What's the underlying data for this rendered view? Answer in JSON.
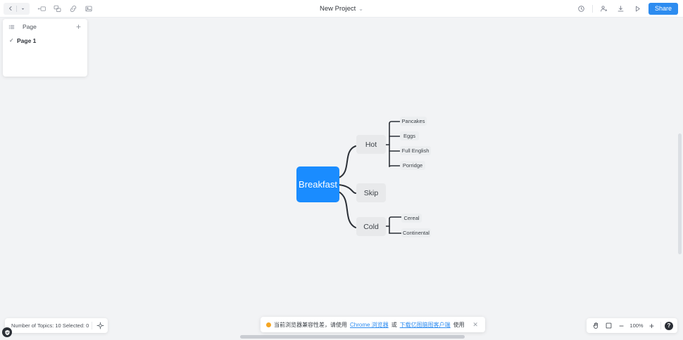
{
  "header": {
    "back_icon": "chevron-left-icon",
    "dropdown_icon": "chevron-down-icon",
    "tools": [
      {
        "name": "topic-icon",
        "title": "Topic"
      },
      {
        "name": "subtopic-icon",
        "title": "Subtopic"
      },
      {
        "name": "link-icon",
        "title": "Link"
      },
      {
        "name": "image-icon",
        "title": "Image"
      }
    ],
    "title": "New Project",
    "title_chevron": "⌄",
    "actions": [
      {
        "name": "history-icon",
        "title": "History"
      },
      {
        "name": "add-person-icon",
        "title": "Invite"
      },
      {
        "name": "download-icon",
        "title": "Download"
      },
      {
        "name": "present-icon",
        "title": "Present"
      }
    ],
    "share_label": "Share",
    "share_color": "#2d8cf0"
  },
  "page_panel": {
    "list_icon": "page-list-icon",
    "title": "Page",
    "add_label": "+",
    "items": [
      {
        "label": "Page 1",
        "selected": true,
        "check": "✓"
      }
    ]
  },
  "mindmap": {
    "root": {
      "label": "Breakfast",
      "color": "#1a8cff",
      "text_color": "#ffffff"
    },
    "branches": [
      {
        "label": "Hot",
        "children": [
          "Pancakes",
          "Eggs",
          "Full English",
          "Porridge"
        ]
      },
      {
        "label": "Skip",
        "children": []
      },
      {
        "label": "Cold",
        "children": [
          "Cereal",
          "Continental"
        ]
      }
    ],
    "branch_color": "#e8e9eb",
    "leaf_color": "#eceef0",
    "line_color": "#2b2f36"
  },
  "toast": {
    "icon": "warning-dot-icon",
    "text_before": "当前浏览器兼容性差，请使用",
    "link1": "Chrome 浏览器",
    "text_middle": "或",
    "link2": "下载亿图脑图客户端",
    "text_after": "使用",
    "close_label": "✕"
  },
  "statusbar": {
    "text": "Number of Topics: 10 Selected:  0",
    "center_icon": "center-target-icon",
    "shield_icon": "shield-check-icon"
  },
  "zoombar": {
    "hand_icon": "hand-tool-icon",
    "fit_icon": "fit-screen-icon",
    "minus_label": "−",
    "percent": "100%",
    "plus_label": "+",
    "help_label": "?"
  }
}
